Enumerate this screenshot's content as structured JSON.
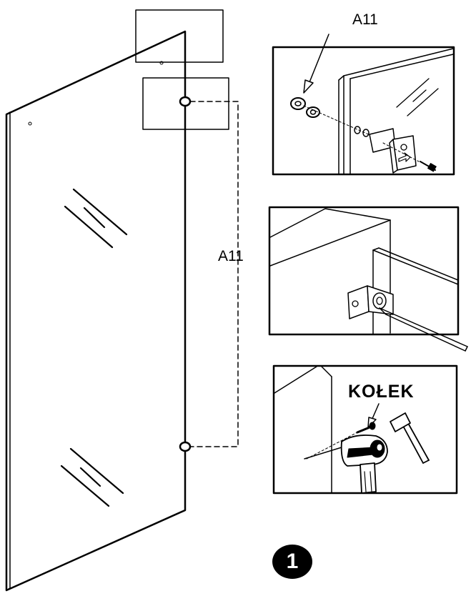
{
  "labels": {
    "part_top": "A11",
    "part_side": "A11",
    "dowel": "KOŁEK"
  },
  "step": {
    "number": "1"
  }
}
